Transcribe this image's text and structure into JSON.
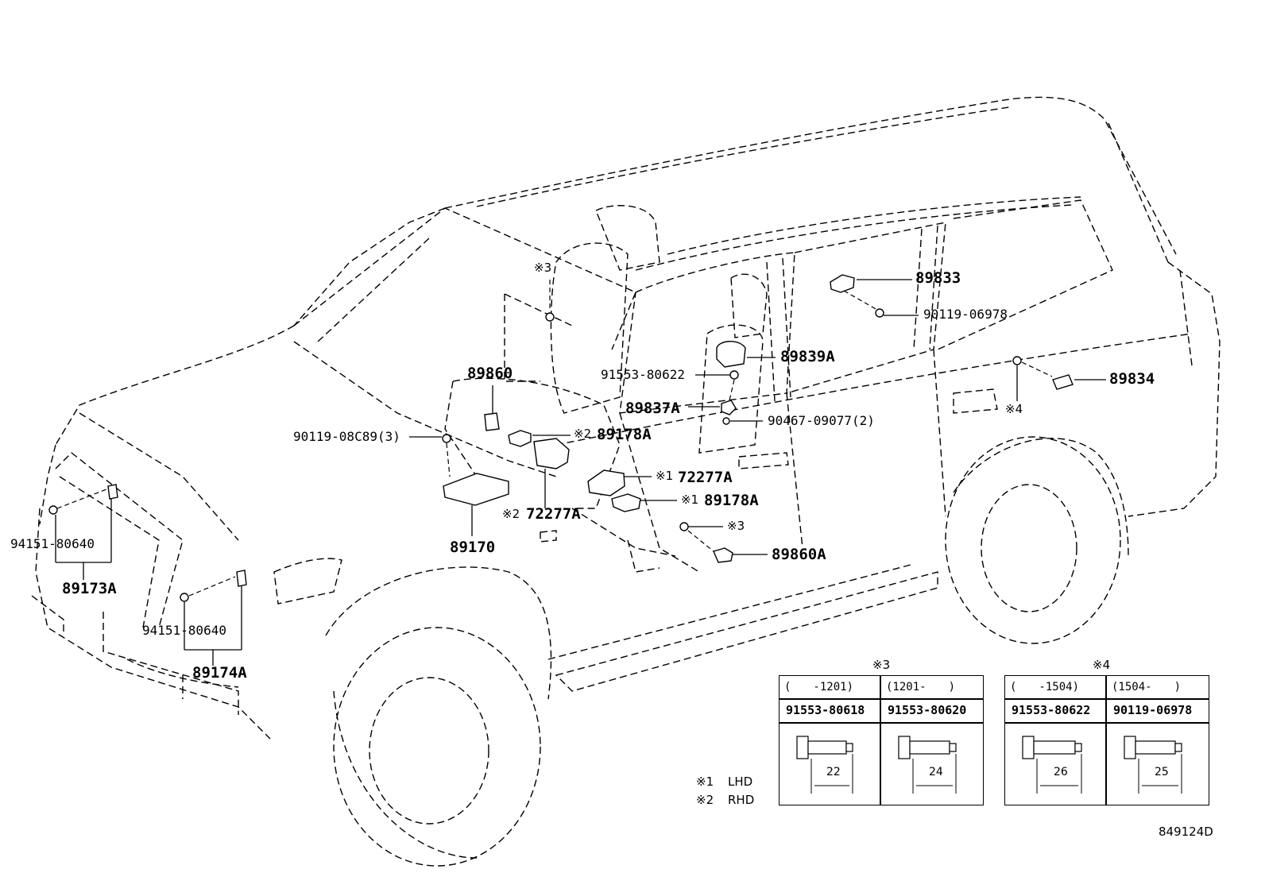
{
  "diagram_id": "849124D",
  "callouts": {
    "p89833": "89833",
    "p90119_06978": "90119-06978",
    "p89839A": "89839A",
    "p89834": "89834",
    "p91553_80622": "91553-80622",
    "p89837A": "89837A",
    "p90467_09077": "90467-09077(2)",
    "p89860": "89860",
    "p89178A_r": "89178A",
    "p90119_08C89": "90119-08C89(3)",
    "p72277A_l": "72277A",
    "p89178A_l": "89178A",
    "p72277A_r": "72277A",
    "p89170": "89170",
    "p89860A": "89860A",
    "p94151_80640_a": "94151-80640",
    "p89173A": "89173A",
    "p94151_80640_b": "94151-80640",
    "p89174A": "89174A"
  },
  "marks": {
    "m1_72277A": "※1",
    "m1_89178A": "※1",
    "m2_89178A": "※2",
    "m2_72277A": "※2",
    "m3_top": "※3",
    "m3_door": "※3",
    "m4_rear": "※4"
  },
  "legend": {
    "l1_mark": "※1",
    "l1_text": "LHD",
    "l2_mark": "※2",
    "l2_text": "RHD"
  },
  "tables": [
    {
      "mark": "※3",
      "columns": [
        {
          "period": "(　　-1201)",
          "part": "91553-80618",
          "length": "22"
        },
        {
          "period": "(1201-　　)",
          "part": "91553-80620",
          "length": "24"
        }
      ]
    },
    {
      "mark": "※4",
      "columns": [
        {
          "period": "(　　-1504)",
          "part": "91553-80622",
          "length": "26"
        },
        {
          "period": "(1504-　　)",
          "part": "90119-06978",
          "length": "25"
        }
      ]
    }
  ]
}
